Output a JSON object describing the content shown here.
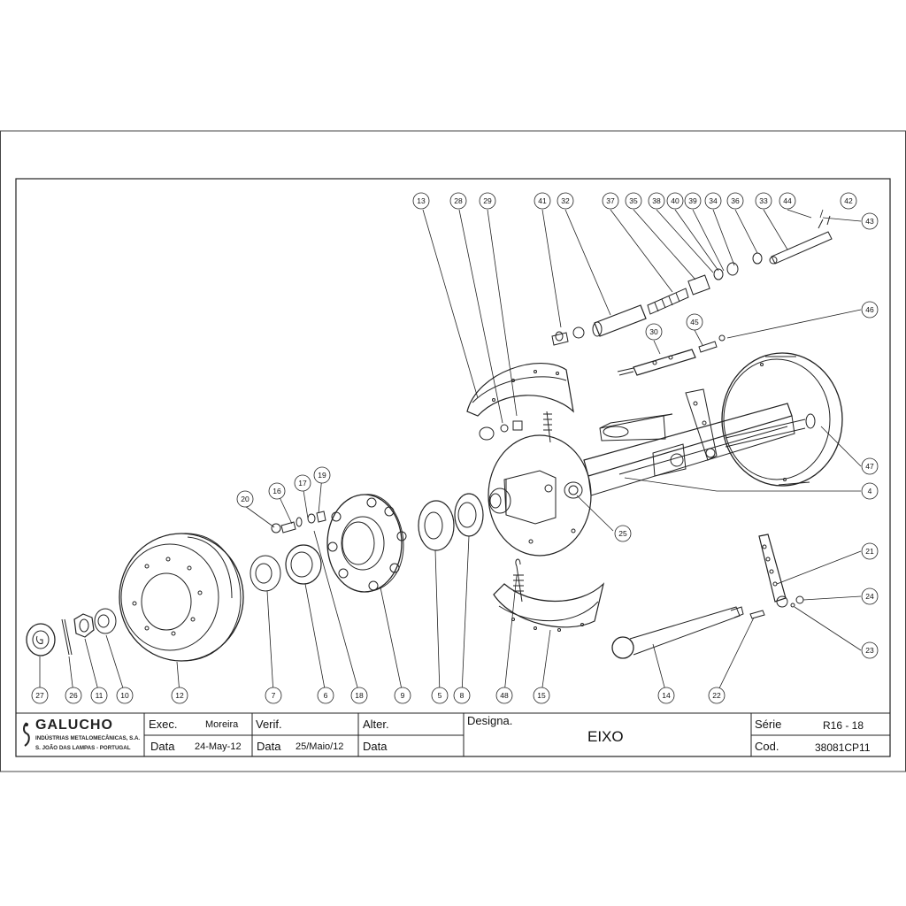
{
  "drawing": {
    "title": "EIXO",
    "callouts": [
      "13",
      "28",
      "29",
      "41",
      "32",
      "37",
      "35",
      "38",
      "40",
      "39",
      "34",
      "36",
      "33",
      "44",
      "42",
      "43",
      "46",
      "45",
      "30",
      "47",
      "4",
      "25",
      "20",
      "16",
      "17",
      "19",
      "21",
      "24",
      "23",
      "27",
      "26",
      "11",
      "10",
      "12",
      "7",
      "6",
      "18",
      "9",
      "5",
      "8",
      "48",
      "15",
      "14",
      "22"
    ]
  },
  "title_block": {
    "company": {
      "name": "GALUCHO",
      "line1": "INDÚSTRIAS METALOMECÂNICAS, S.A.",
      "line2": "S. JOÃO DAS LAMPAS - PORTUGAL"
    },
    "exec_label": "Exec.",
    "exec_value": "Moreira",
    "verif_label": "Verif.",
    "alter_label": "Alter.",
    "designa_label": "Designa.",
    "designa_value": "EIXO",
    "serie_label": "Série",
    "serie_value": "R16 - 18",
    "data_label_1": "Data",
    "data_value_1": "24-May-12",
    "data_label_2": "Data",
    "data_value_2": "25/Maio/12",
    "data_label_3": "Data",
    "cod_label": "Cod.",
    "cod_value": "38081CP11"
  }
}
